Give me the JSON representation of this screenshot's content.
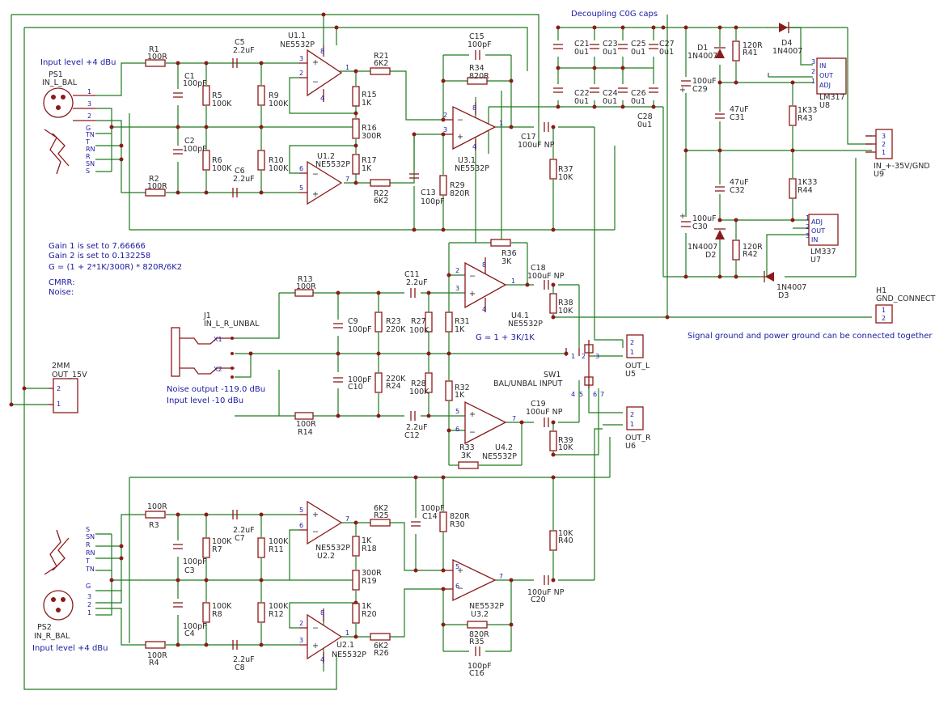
{
  "colors": {
    "wire": "#1f7a1f",
    "symbol": "#8b1a1a",
    "text": "#2a2a2a",
    "note": "#1a1aa0"
  },
  "notes": {
    "decoupling": "Decoupling C0G caps",
    "input_level_top": "Input level +4 dBu",
    "gain1": "Gain 1 is set to 7.66666",
    "gain2": "Gain 2 is set to 0.132258",
    "gain_formula": "G = (1 + 2*1K/300R) * 820R/6K2",
    "cmrr": "CMRR:",
    "noise": "Noise:",
    "noise_output": "Noise output -119.0 dBu",
    "input_level_unbal": "Input level -10 dBu",
    "g_unbal": "G = 1 + 3K/1K",
    "signal_ground": "Signal ground and power ground can be connected together",
    "input_level_bottom": "Input level +4 dBu"
  },
  "connectors": {
    "ps1": {
      "ref": "PS1",
      "name": "IN_L_BAL",
      "pins": [
        "1",
        "3",
        "2",
        "G"
      ],
      "switch_pins": [
        "TN",
        "T",
        "RN",
        "R",
        "SN",
        "S"
      ]
    },
    "ps2": {
      "ref": "PS2",
      "name": "IN_R_BAL",
      "pins": [
        "G",
        "3",
        "2",
        "1"
      ],
      "switch_pins": [
        "S",
        "SN",
        "R",
        "RN",
        "T",
        "TN"
      ]
    },
    "j1": {
      "ref": "J1",
      "name": "IN_L_R_UNBAL",
      "pins": [
        "X1",
        "X2"
      ]
    },
    "out15": {
      "ref": "2MM",
      "name": "OUT_15V",
      "pins": [
        "2",
        "1"
      ]
    },
    "u5": {
      "ref": "U5",
      "name": "OUT_L",
      "pins": [
        "2",
        "1"
      ]
    },
    "u6": {
      "ref": "U6",
      "name": "OUT_R",
      "pins": [
        "2",
        "1"
      ]
    },
    "u9": {
      "ref": "U9",
      "name": "IN_+-35V/GND",
      "pins": [
        "3",
        "2",
        "1"
      ]
    },
    "h1": {
      "ref": "H1",
      "name": "GND_CONNECT",
      "pins": [
        "1",
        "2"
      ]
    },
    "sw1": {
      "ref": "SW1",
      "name": "BAL/UNBAL INPUT",
      "pins": [
        "1",
        "2",
        "3",
        "4",
        "5",
        "6",
        "7"
      ]
    }
  },
  "opamps": {
    "u11": {
      "ref": "U1.1",
      "part": "NE5532P",
      "pins": [
        "3",
        "2",
        "1",
        "4",
        "8"
      ]
    },
    "u12": {
      "ref": "U1.2",
      "part": "NE5532P",
      "pins": [
        "6",
        "5",
        "7"
      ]
    },
    "u31": {
      "ref": "U3.1",
      "part": "NE5532P",
      "pins": [
        "2",
        "3",
        "1",
        "8",
        "4"
      ]
    },
    "u41": {
      "ref": "U4.1",
      "part": "NE5532P",
      "pins": [
        "2",
        "3",
        "1",
        "8",
        "4"
      ]
    },
    "u42": {
      "ref": "U4.2",
      "part": "NE5532P",
      "pins": [
        "5",
        "6",
        "7"
      ]
    },
    "u22": {
      "ref": "U2.2",
      "part": "NE5532P",
      "pins": [
        "5",
        "6",
        "7"
      ]
    },
    "u32": {
      "ref": "U3.2",
      "part": "NE5532P",
      "pins": [
        "5",
        "6",
        "7"
      ]
    },
    "u21": {
      "ref": "U2.1",
      "part": "NE5532P",
      "pins": [
        "2",
        "3",
        "1",
        "8",
        "4"
      ]
    }
  },
  "regulators": {
    "u8": {
      "ref": "U8",
      "part": "LM317",
      "pins": [
        "IN",
        "OUT",
        "ADJ"
      ],
      "pin_nums": [
        "3",
        "2",
        "1"
      ]
    },
    "u7": {
      "ref": "U7",
      "part": "LM337",
      "pins": [
        "ADJ",
        "OUT",
        "IN"
      ],
      "pin_nums": [
        "1",
        "2",
        "3"
      ]
    }
  },
  "resistors": {
    "R1": "100R",
    "R2": "100R",
    "R3": "100R",
    "R4": "100R",
    "R5": "100K",
    "R6": "100K",
    "R7": "100K",
    "R8": "100K",
    "R9": "100K",
    "R10": "100K",
    "R11": "100K",
    "R12": "100K",
    "R13": "100R",
    "R14": "100R",
    "R15": "1K",
    "R16": "300R",
    "R17": "1K",
    "R18": "1K",
    "R19": "300R",
    "R20": "1K",
    "R21": "6K2",
    "R22": "6K2",
    "R23": "220K",
    "R24": "220K",
    "R25": "6K2",
    "R26": "6K2",
    "R27": "100K",
    "R28": "100K",
    "R29": "820R",
    "R30": "820R",
    "R31": "1K",
    "R32": "1K",
    "R33": "3K",
    "R34": "820R",
    "R35": "820R",
    "R36": "3K",
    "R37": "10K",
    "R38": "10K",
    "R39": "10K",
    "R40": "10K",
    "R41": "120R",
    "R42": "120R",
    "R43": "1K33",
    "R44": "1K33"
  },
  "capacitors": {
    "C1": "100pF",
    "C2": "100pF",
    "C3": "100pF",
    "C4": "100pF",
    "C5": "2.2uF",
    "C6": "2.2uF",
    "C7": "2.2uF",
    "C8": "2.2uF",
    "C9": "100pF",
    "C10": "100pF",
    "C11": "2.2uF",
    "C12": "2.2uF",
    "C13": "100pF",
    "C14": "100pF",
    "C15": "100pF",
    "C16": "100pF",
    "C17": "100uF NP",
    "C18": "100uF NP",
    "C19": "100uF NP",
    "C20": "100uF NP",
    "C21": "0u1",
    "C22": "0u1",
    "C23": "0u1",
    "C24": "0u1",
    "C25": "0u1",
    "C26": "0u1",
    "C27": "0u1",
    "C28": "0u1",
    "C29": "100uF",
    "C30": "100uF",
    "C31": "47uF",
    "C32": "47uF"
  },
  "diodes": {
    "D1": "1N4007",
    "D2": "1N4007",
    "D3": "1N4007",
    "D4": "1N4007"
  }
}
